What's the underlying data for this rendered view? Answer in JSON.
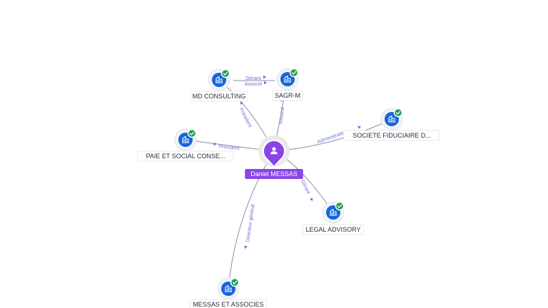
{
  "center": {
    "name": "Daniel MESSAS",
    "icon": "person-icon",
    "color": "#8a45e6"
  },
  "companies": [
    {
      "id": "md",
      "name": "MD CONSULTING",
      "icon": "building-icon",
      "verified": true
    },
    {
      "id": "sagr",
      "name": "SAGR-M",
      "icon": "building-icon",
      "verified": true
    },
    {
      "id": "sfd",
      "name": "SOCIETE FIDUCIAIRE D...",
      "icon": "building-icon",
      "verified": true
    },
    {
      "id": "paie",
      "name": "PAIE ET SOCIAL CONSE...",
      "icon": "building-icon",
      "verified": true
    },
    {
      "id": "legal",
      "name": "LEGAL ADVISORY",
      "icon": "building-icon",
      "verified": true
    },
    {
      "id": "messas",
      "name": "MESSAS ET ASSOCIES",
      "icon": "building-icon",
      "verified": true
    }
  ],
  "relations": [
    {
      "from": "center",
      "to": "md",
      "label": "Président"
    },
    {
      "from": "center",
      "to": "sagr",
      "label": "Associé"
    },
    {
      "from": "center",
      "to": "sfd",
      "label": "Administrateur"
    },
    {
      "from": "center",
      "to": "paie",
      "label": "Président"
    },
    {
      "from": "center",
      "to": "legal",
      "label": "Gérant"
    },
    {
      "from": "center",
      "to": "messas",
      "label": "Directeur général"
    },
    {
      "from": "md",
      "to": "sagr",
      "label": "Gérant"
    },
    {
      "from": "md",
      "to": "sagr",
      "label": "Associé"
    }
  ],
  "colors": {
    "company": "#1565e0",
    "verified": "#1e9e4a",
    "edge_label": "#6a72d8"
  }
}
